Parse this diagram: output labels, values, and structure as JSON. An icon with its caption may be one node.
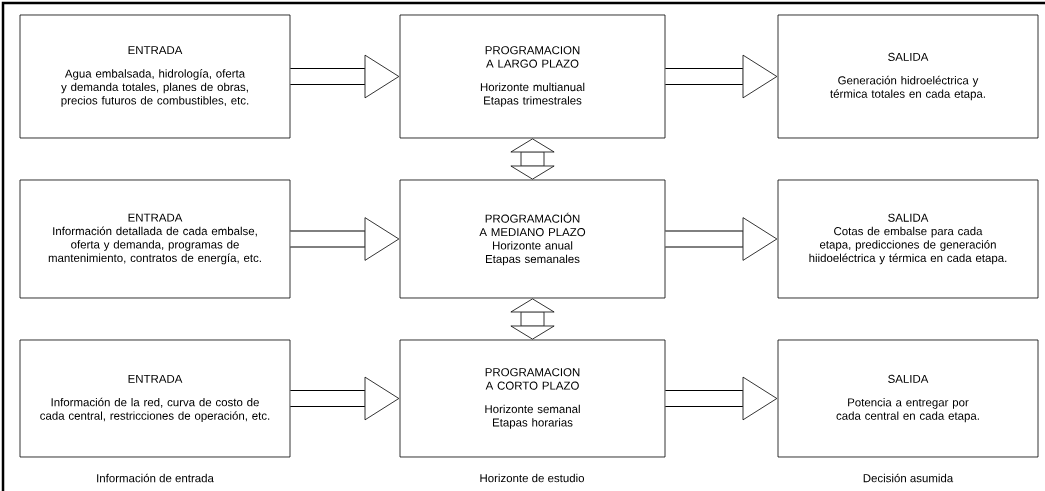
{
  "diagram": {
    "nodes": [
      {
        "text": [
          "ENTRADA",
          "Agua embalsada, hidrología, oferta y demanda totales, planes de obras, precios futuros de combustibles, etc."
        ]
      },
      {
        "text": [
          "PROGRAMACION A LARGO PLAZO",
          "Horizonte multianual Etapas trimestrales"
        ]
      },
      {
        "text": [
          "SALIDA",
          "Generación hidroeléctrica y térmica totales en cada etapa."
        ]
      },
      {
        "text": [
          "ENTRADA",
          "Información detallada de cada embalse, oferta y demanda, programas de mantenimiento, contratos de energía, etc."
        ]
      },
      {
        "text": [
          "PROGRAMACIÓN A MEDIANO PLAZO",
          "Horizonte anual Etapas semanales"
        ]
      },
      {
        "text": [
          "SALIDA",
          "Cotas de embalse para cada etapa, predicciones de generación hiidoeléctrica y térmica en cada etapa."
        ]
      },
      {
        "text": [
          "ENTRADA",
          "Información de la red, curva de costo de cada central, restricciones de operación, etc."
        ]
      },
      {
        "text": [
          "PROGRAMACION A CORTO PLAZO",
          "Horizonte semanal Etapas horarias"
        ]
      },
      {
        "text": [
          "SALIDA",
          "Potencia a entregar por cada central en cada  etapa."
        ]
      }
    ],
    "edges": [
      {
        "from": 0,
        "to": 1,
        "arrow": "to"
      },
      {
        "from": 1,
        "to": 2,
        "arrow": "to"
      },
      {
        "from": 3,
        "to": 4,
        "arrow": "to"
      },
      {
        "from": 4,
        "to": 5,
        "arrow": "to"
      },
      {
        "from": 6,
        "to": 7,
        "arrow": "to"
      },
      {
        "from": 7,
        "to": 8,
        "arrow": "to"
      },
      {
        "from": 1,
        "to": 4,
        "arrow": "both"
      },
      {
        "from": 4,
        "to": 7,
        "arrow": "both"
      }
    ],
    "labels": [
      "Información de entrada",
      "Horizonte de estudio",
      "Decisión asumida"
    ]
  }
}
